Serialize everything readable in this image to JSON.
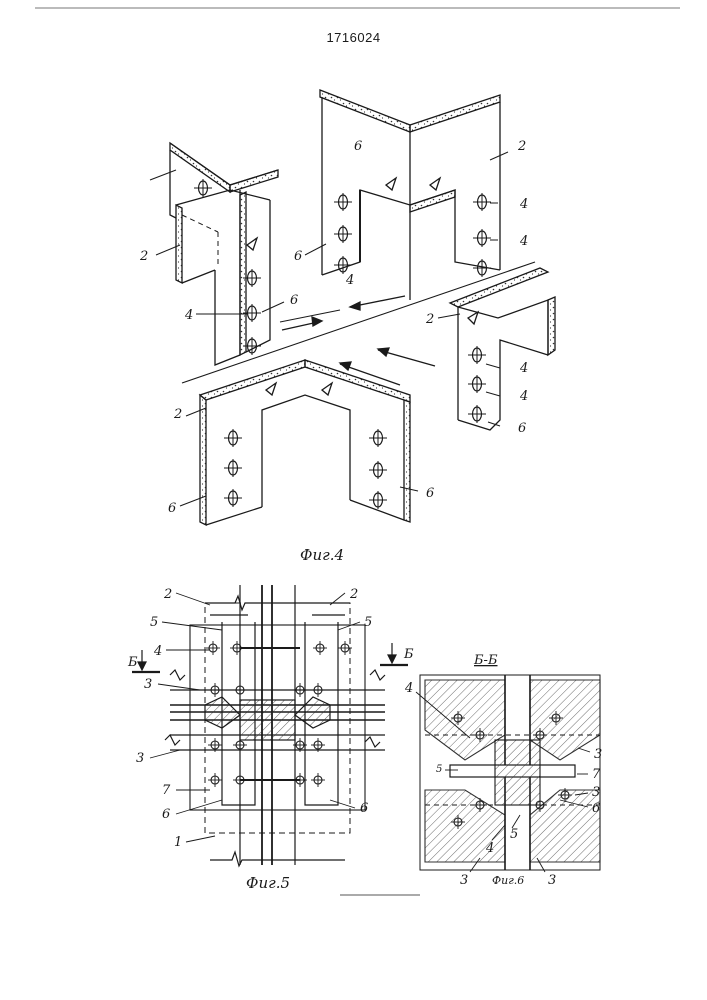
{
  "patent_number": "1716024",
  "figures": {
    "fig4": {
      "caption": "Фиг.4",
      "labels": [
        "2",
        "2",
        "2",
        "2",
        "4",
        "4",
        "4",
        "4",
        "4",
        "4",
        "6",
        "6",
        "6",
        "6",
        "6",
        "6"
      ]
    },
    "fig5": {
      "caption": "Фиг.5",
      "section_mark": "Б",
      "labels": [
        "2",
        "2",
        "5",
        "5",
        "4",
        "3",
        "3",
        "7",
        "6",
        "6",
        "1"
      ]
    },
    "fig6": {
      "caption": "Фиг.6",
      "title": "Б-Б",
      "labels": [
        "4",
        "3",
        "5",
        "7",
        "3",
        "6",
        "5",
        "4",
        "3",
        "3"
      ]
    }
  }
}
